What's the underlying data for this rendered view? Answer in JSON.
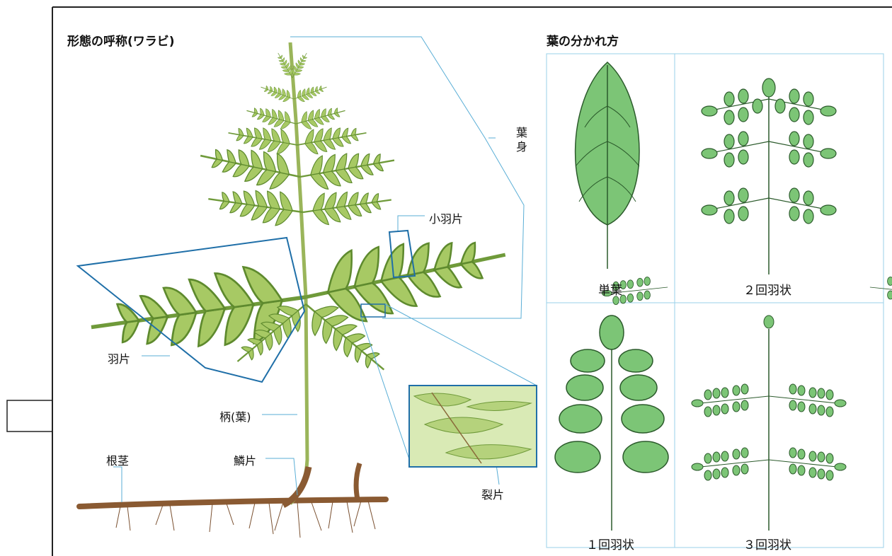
{
  "left_panel": {
    "title": "形態の呼称(ワラビ)",
    "labels": {
      "blade": "葉身",
      "pinnule": "小羽片",
      "pinna": "羽片",
      "petiole": "柄(葉)",
      "rhizome": "根茎",
      "scale": "鱗片",
      "segment": "裂片"
    }
  },
  "right_panel": {
    "title": "葉の分かれ方",
    "captions": {
      "simple": "単葉",
      "bipinnate": "２回羽状",
      "pinnate": "１回羽状",
      "tripinnate": "３回羽状"
    }
  },
  "colors": {
    "frond_green": "#9cc25a",
    "leaf_green": "#7cc576",
    "line_blue": "#1f6fa8",
    "leader_line": "#5aaed6",
    "rhizome_brown": "#8a5a32"
  }
}
